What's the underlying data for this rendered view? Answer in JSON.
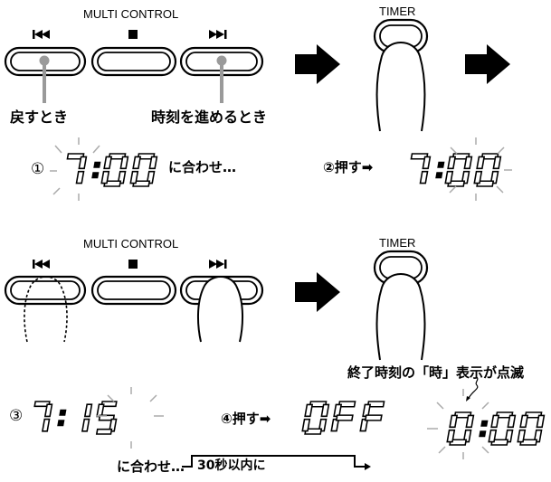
{
  "row1": {
    "multi_control_label": "MULTI CONTROL",
    "timer_label": "TIMER",
    "back_label": "戻すとき",
    "forward_label": "時刻を進めるとき"
  },
  "step1": {
    "marker": "①",
    "display": "7:00",
    "suffix": "に合わせ…"
  },
  "step2": {
    "text": "②押す➡",
    "display": "7:00"
  },
  "row2": {
    "multi_control_label": "MULTI CONTROL",
    "timer_label": "TIMER"
  },
  "blink_note": "終了時刻の「時」表示が点滅",
  "step3": {
    "marker": "③",
    "display": "7:15",
    "suffix": "に合わせ…"
  },
  "within_label": "30秒以内に",
  "step4": {
    "text": "④押す➡",
    "display": "OFF"
  },
  "final": {
    "display": "0:00"
  },
  "icons": {
    "prev": "skip-back-icon",
    "stop": "stop-icon",
    "next": "skip-forward-icon",
    "arrow": "right-arrow-icon",
    "finger": "finger-press-icon",
    "blink": "blink-rays-icon"
  }
}
